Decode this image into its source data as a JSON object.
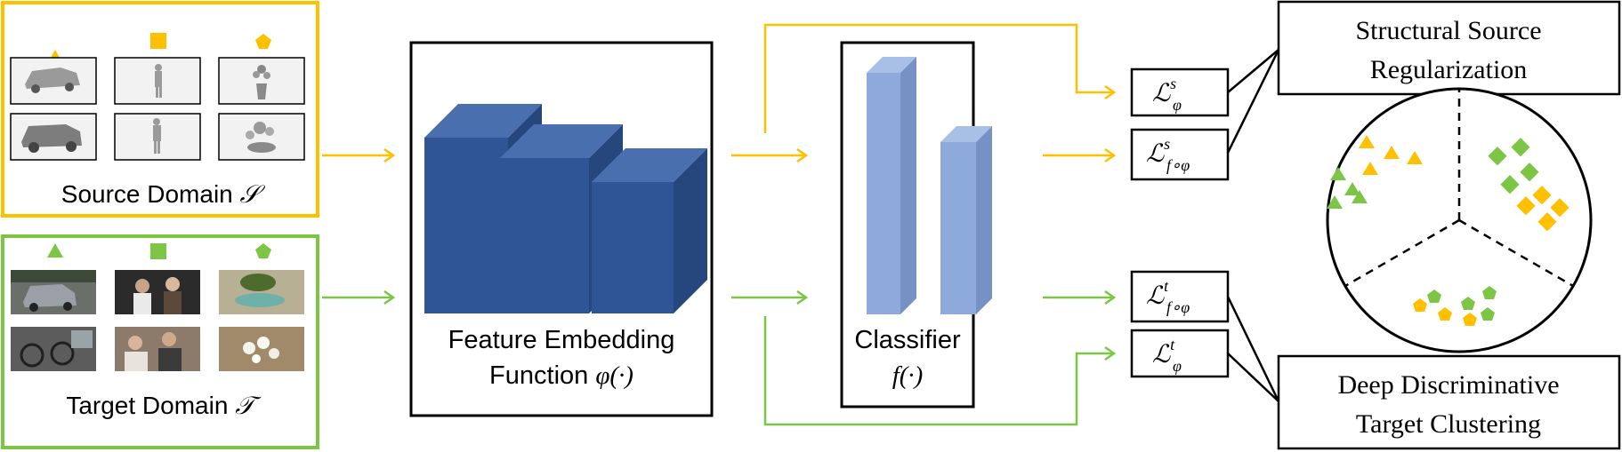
{
  "source_domain": {
    "label": "Source Domain ",
    "symbol": "𝒮",
    "color": "#FFC000",
    "image_alts": [
      "vehicle render",
      "person render",
      "plant render",
      "vehicle render",
      "person render",
      "plant render"
    ]
  },
  "target_domain": {
    "label": "Target Domain ",
    "symbol": "𝒯",
    "color": "#7DC545",
    "image_alts": [
      "car photo",
      "people photo",
      "plant photo",
      "bicycles photo",
      "people photo",
      "flowers photo"
    ]
  },
  "feature_embedding": {
    "line1": "Feature Embedding",
    "line2": "Function ",
    "fn": "φ(·)"
  },
  "classifier": {
    "line1": "Classifier",
    "fn": "f(·)"
  },
  "losses": [
    {
      "base": "ℒ",
      "sup": "s",
      "sub": "φ"
    },
    {
      "base": "ℒ",
      "sup": "s",
      "sub": "f∘φ"
    },
    {
      "base": "ℒ",
      "sup": "t",
      "sub": "f∘φ"
    },
    {
      "base": "ℒ",
      "sup": "t",
      "sub": "φ"
    }
  ],
  "structural_box": {
    "line1": "Structural Source",
    "line2": "Regularization"
  },
  "deep_box": {
    "line1": "Deep Discriminative",
    "line2": "Target Clustering"
  },
  "colors": {
    "source": "#FFC000",
    "target": "#7DC545",
    "block_front": "#2F5597",
    "block_side": "#26477D",
    "block_top": "#4A6FAE",
    "classifier_front": "#8EA9DB",
    "classifier_side": "#7691C4",
    "classifier_top": "#A9C0E6"
  }
}
